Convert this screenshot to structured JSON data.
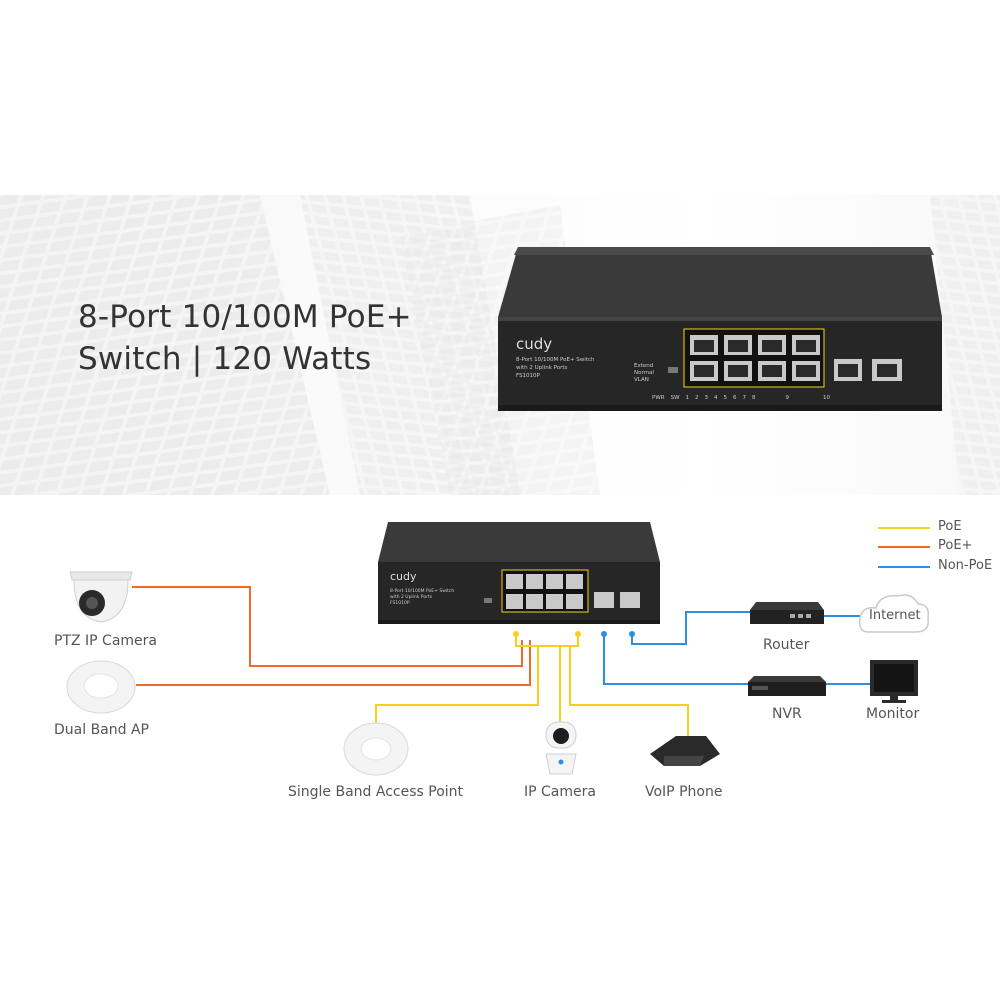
{
  "headline": {
    "line1": "8-Port 10/100M PoE+",
    "line2": "Switch | 120 Watts"
  },
  "switch_panel": {
    "brand": "cudy",
    "desc_line1": "8-Port 10/100M PoE+ Switch",
    "desc_line2": "with 2 Uplink Ports",
    "model": "FS1010P",
    "modes": [
      "Extend",
      "Normal",
      "VLAN"
    ],
    "port_labels": [
      "PWR",
      "SW",
      "1",
      "2",
      "3",
      "4",
      "5",
      "6",
      "7",
      "8",
      "9",
      "10"
    ]
  },
  "legend": [
    {
      "label": "PoE",
      "color": "#f5d21a"
    },
    {
      "label": "PoE+",
      "color": "#ef6a2d"
    },
    {
      "label": "Non-PoE",
      "color": "#2d8fe0"
    }
  ],
  "devices": {
    "ptz_camera": "PTZ IP Camera",
    "dual_band_ap": "Dual Band AP",
    "single_band_ap": "Single Band Access Point",
    "ip_camera": "IP Camera",
    "voip_phone": "VoIP Phone",
    "router": "Router",
    "internet": "Internet",
    "nvr": "NVR",
    "monitor": "Monitor"
  },
  "colors": {
    "poe": "#f5d21a",
    "poe_plus": "#ef6a2d",
    "non_poe": "#2d8fe0",
    "switch_body": "#2b2b2b"
  }
}
